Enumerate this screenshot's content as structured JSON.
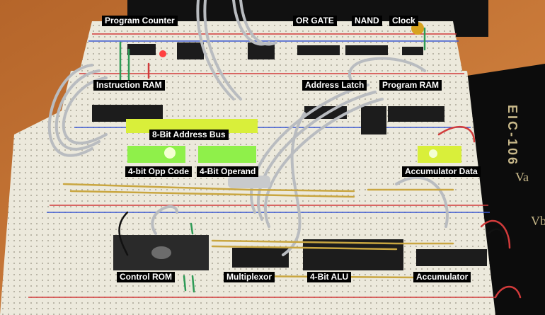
{
  "labels": {
    "program_counter": "Program Counter",
    "or_gate": "OR GATE",
    "nand": "NAND",
    "clock": "Clock",
    "instruction_ram": "Instruction RAM",
    "address_latch": "Address Latch",
    "program_ram": "Program RAM",
    "address_bus": "8-Bit Address Bus",
    "opp_code": "4-bit Opp Code",
    "operand": "4-Bit Operand",
    "accumulator_data": "Accumulator Data",
    "control_rom": "Control ROM",
    "multiplexor": "Multiplexor",
    "alu": "4-Bit ALU",
    "accumulator": "Accumulator"
  },
  "board_print": {
    "trainer_model": "EIC-106",
    "terminal_a": "Va",
    "terminal_b": "Vb"
  },
  "colors": {
    "breadboard": "#ece9dc",
    "desk": "#c97837",
    "chip": "#1c1c1c",
    "led_green": "#8ff04a",
    "led_yellow": "#d9ef3a",
    "wire_grey": "#b9bcc0"
  }
}
